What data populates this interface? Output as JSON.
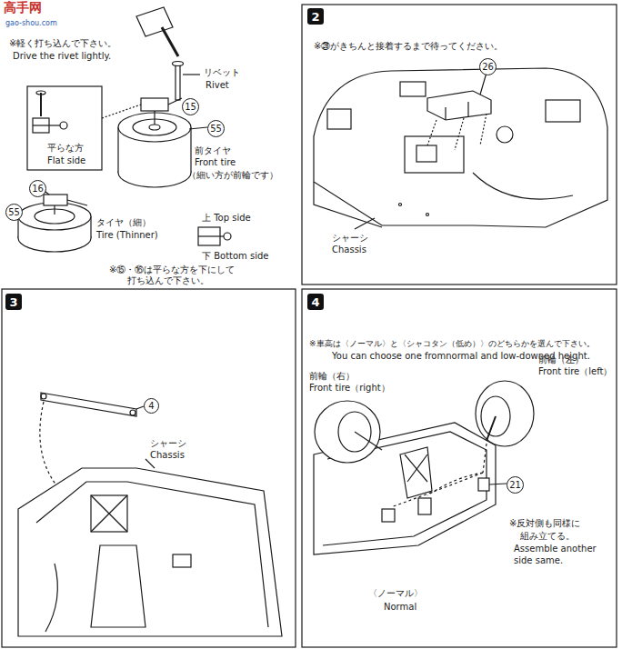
{
  "diagram": {
    "nodes": [
      {
        "text": [
          "15"
        ]
      },
      {
        "text": [
          "55"
        ]
      },
      {
        "text": [
          "16"
        ]
      },
      {
        "text": [
          "55"
        ]
      },
      {
        "text": [
          "2"
        ]
      },
      {
        "text": [
          "26"
        ]
      },
      {
        "text": [
          "3"
        ]
      },
      {
        "text": [
          "4"
        ]
      },
      {
        "text": [
          "4"
        ]
      },
      {
        "text": [
          "21"
        ]
      }
    ],
    "labels": [
      "高手网",
      "gao-shou.com",
      "※軽く打ち込んで下さい。",
      "Drive the rivet lightly.",
      "リベット",
      "Rivet",
      "平らな方",
      "Flat side",
      "前タイヤ",
      "Front tire",
      "（細い方が前輪です）",
      "タイヤ（細）",
      "Tire (Thinner)",
      "上 Top side",
      "下 Bottom side",
      "※⑮・⑯は平らな方を下にして",
      "打ち込んで下さい。",
      "※㉖がきちんと接着するまで待ってください。",
      "シャーシ",
      "Chassis",
      "シャーシ",
      "Chassis",
      "※車高は〈ノーマル〉と〈シャコタン（低め）〉のどちらかを選んで下さい。",
      "You can choose one fromnormal and low-downed height.",
      "前輪（右）",
      "Front tire（right）",
      "前輪（左）",
      "Front tire（left）",
      "※反対側も同様に",
      "組み立てる。",
      "Assemble another",
      "side same.",
      "〈ノーマル〉",
      "Normal"
    ]
  }
}
